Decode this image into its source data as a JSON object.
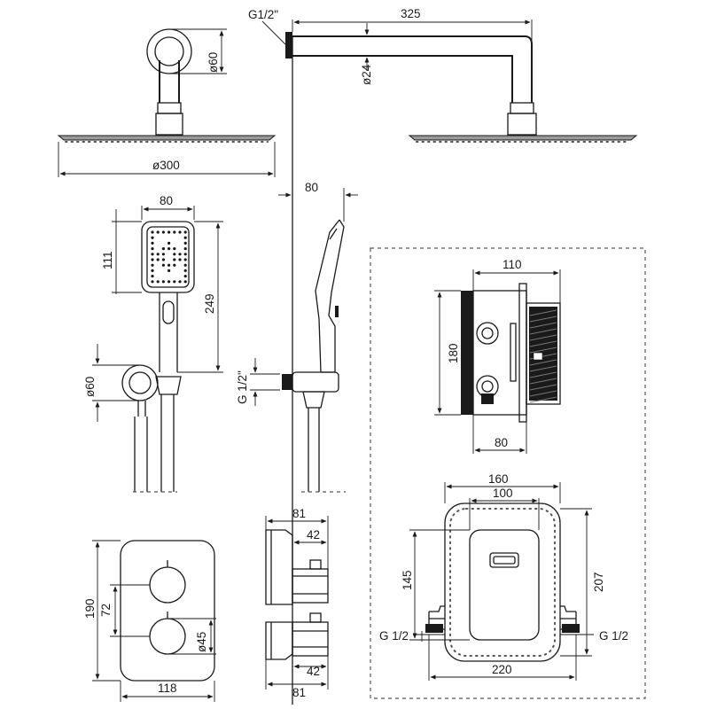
{
  "drawing": {
    "shower_head": {
      "inlet_thread": "G1/2\"",
      "arm_length": "325",
      "arm_diameter": "ø24",
      "flange_diameter": "ø60",
      "head_diameter": "ø300"
    },
    "hand_shower": {
      "width": "80",
      "head_height": "111",
      "total_height": "249",
      "holder_diameter": "ø60",
      "side_depth": "80",
      "outlet_thread": "G 1/2\""
    },
    "box_side_view": {
      "width": "110",
      "height": "180",
      "depth": "80"
    },
    "mixer_front": {
      "height": "190",
      "knob_spacing": "72",
      "knob_diameter": "ø45",
      "width": "118"
    },
    "mixer_side": {
      "top_depth": "81",
      "top_knob": "42",
      "bottom_knob": "42",
      "bottom_depth": "81"
    },
    "box_front_view": {
      "outer_width": "160",
      "inner_width": "100",
      "inner_height": "145",
      "outer_height": "207",
      "total_width": "220",
      "left_thread": "G 1/2",
      "right_thread": "G 1/2"
    }
  }
}
